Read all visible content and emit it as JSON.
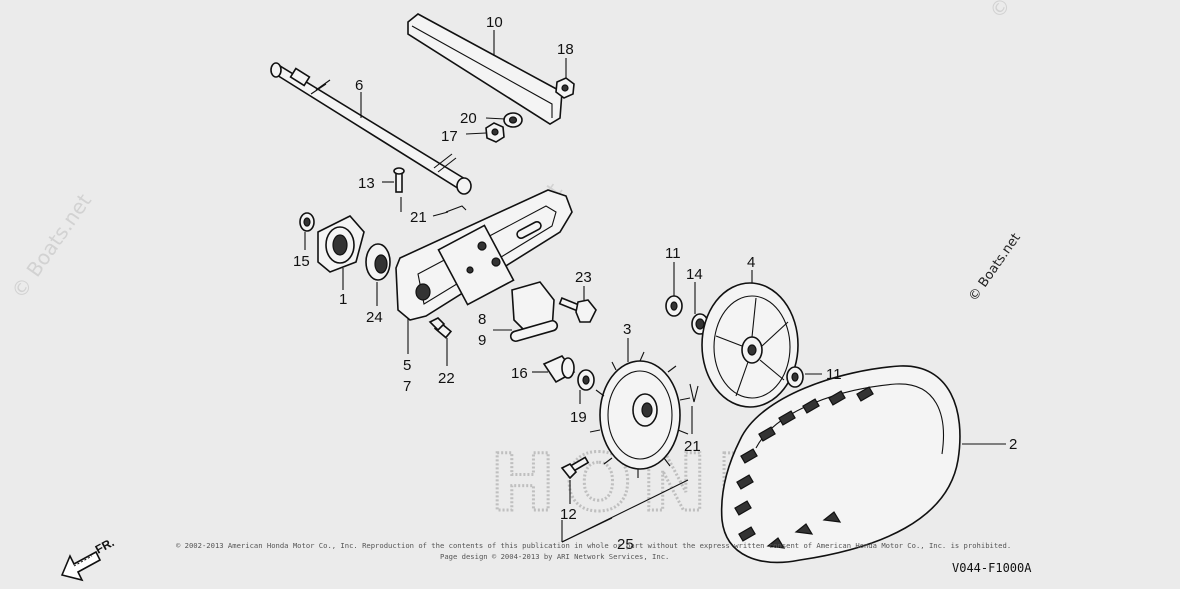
{
  "diagram": {
    "callouts": [
      {
        "id": "c10",
        "text": "10"
      },
      {
        "id": "c18",
        "text": "18"
      },
      {
        "id": "c6",
        "text": "6"
      },
      {
        "id": "c20",
        "text": "20"
      },
      {
        "id": "c17",
        "text": "17"
      },
      {
        "id": "c13",
        "text": "13"
      },
      {
        "id": "c21a",
        "text": "21"
      },
      {
        "id": "c15",
        "text": "15"
      },
      {
        "id": "c1",
        "text": "1"
      },
      {
        "id": "c24",
        "text": "24"
      },
      {
        "id": "c5",
        "text": "5"
      },
      {
        "id": "c7",
        "text": "7"
      },
      {
        "id": "c22",
        "text": "22"
      },
      {
        "id": "c23",
        "text": "23"
      },
      {
        "id": "c8",
        "text": "8"
      },
      {
        "id": "c9",
        "text": "9"
      },
      {
        "id": "c3",
        "text": "3"
      },
      {
        "id": "c16",
        "text": "16"
      },
      {
        "id": "c19",
        "text": "19"
      },
      {
        "id": "c11a",
        "text": "11"
      },
      {
        "id": "c14",
        "text": "14"
      },
      {
        "id": "c4",
        "text": "4"
      },
      {
        "id": "c11b",
        "text": "11"
      },
      {
        "id": "c2",
        "text": "2"
      },
      {
        "id": "c21b",
        "text": "21"
      },
      {
        "id": "c12",
        "text": "12"
      },
      {
        "id": "c25",
        "text": "25"
      }
    ],
    "watermark_text": "© Boats.net",
    "background_brand_text": "HONDA",
    "copyright_lines": [
      "© 2002-2013 American Honda Motor Co., Inc. Reproduction of the contents of this publication in whole or part without the express written consent of American Honda Motor Co., Inc. is prohibited.",
      "Page design © 2004-2013 by ARI Network Services, Inc."
    ],
    "direction_label": "FR.",
    "diagram_code": "V044-F1000A"
  },
  "colors": {
    "background": "#ebebeb",
    "ink": "#111111",
    "watermark": "#d2d2d2"
  }
}
